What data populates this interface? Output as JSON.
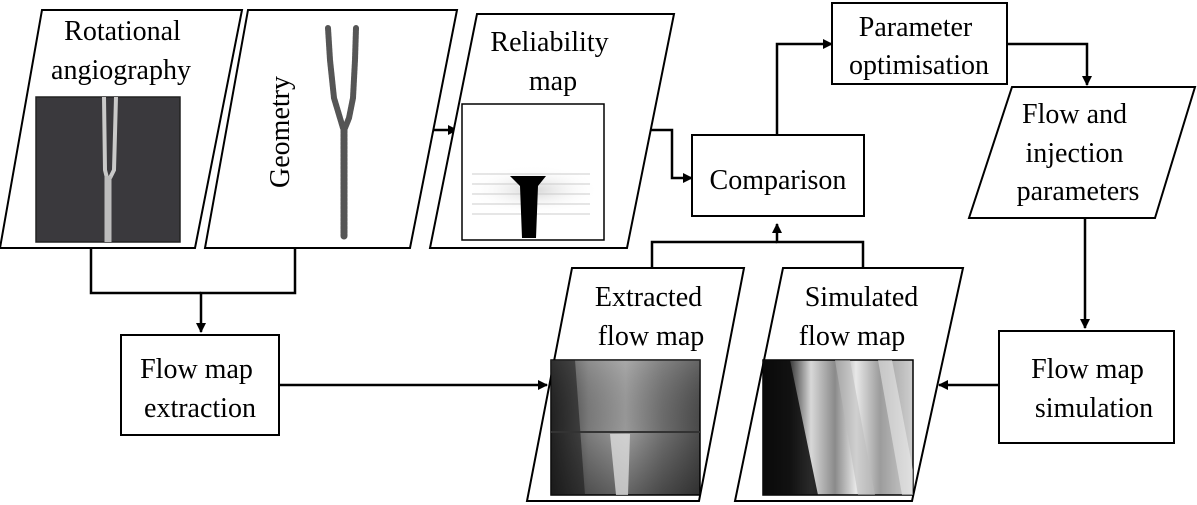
{
  "nodes": {
    "rotational_angiography": {
      "lines": [
        "Rotational",
        "angiography"
      ]
    },
    "geometry": {
      "lines": [
        "Geometry"
      ]
    },
    "reliability_map": {
      "lines": [
        "Reliability",
        "map"
      ]
    },
    "comparison": {
      "lines": [
        "Comparison"
      ]
    },
    "parameter_optimisation": {
      "lines": [
        "Parameter",
        "optimisation"
      ]
    },
    "flow_injection_parameters": {
      "lines": [
        "Flow and",
        "injection",
        "parameters"
      ]
    },
    "flow_map_simulation": {
      "lines": [
        "Flow map",
        "simulation"
      ]
    },
    "simulated_flow_map": {
      "lines": [
        "Simulated",
        "flow map"
      ]
    },
    "extracted_flow_map": {
      "lines": [
        "Extracted",
        "flow map"
      ]
    },
    "flow_map_extraction": {
      "lines": [
        "Flow map",
        "extraction"
      ]
    }
  },
  "edges": [
    {
      "from": "rotational_angiography",
      "to": "flow_map_extraction"
    },
    {
      "from": "geometry",
      "to": "flow_map_extraction"
    },
    {
      "from": "geometry",
      "to": "reliability_map"
    },
    {
      "from": "reliability_map",
      "to": "comparison"
    },
    {
      "from": "comparison",
      "to": "parameter_optimisation"
    },
    {
      "from": "parameter_optimisation",
      "to": "flow_injection_parameters"
    },
    {
      "from": "flow_injection_parameters",
      "to": "flow_map_simulation"
    },
    {
      "from": "flow_map_simulation",
      "to": "simulated_flow_map"
    },
    {
      "from": "flow_map_extraction",
      "to": "extracted_flow_map"
    },
    {
      "from": "extracted_flow_map",
      "to": "comparison"
    },
    {
      "from": "simulated_flow_map",
      "to": "comparison"
    }
  ],
  "colors": {
    "stroke": "#000000",
    "background": "#ffffff",
    "angio_bg": "#3a393d"
  },
  "images": {
    "rotational_angiography": "angiography-projection",
    "geometry": "vessel-centerline-tree",
    "reliability_map": "reliability-map-plot",
    "extracted_flow_map": "extracted-flow-map-image",
    "simulated_flow_map": "simulated-flow-map-image"
  }
}
